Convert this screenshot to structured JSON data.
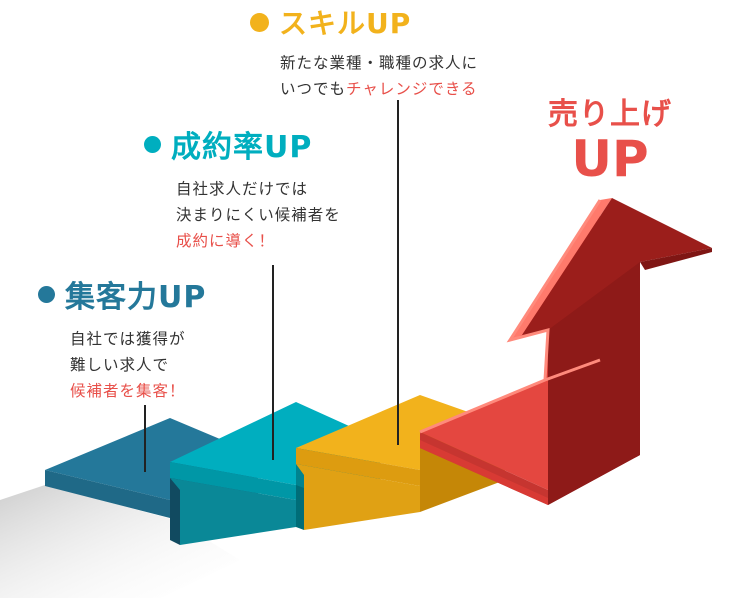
{
  "steps": [
    {
      "title": "集客力UP",
      "color": "#24789a",
      "lines": [
        "自社では獲得が",
        "難しい求人で"
      ],
      "highlight_prefix": "",
      "highlight": "候補者を集客！",
      "highlight_suffix": ""
    },
    {
      "title": "成約率UP",
      "color": "#00aebf",
      "lines": [
        "自社求人だけでは",
        "決まりにくい候補者を"
      ],
      "highlight_prefix": "",
      "highlight": "成約に導く！",
      "highlight_suffix": ""
    },
    {
      "title": "スキルUP",
      "color": "#f2b21c",
      "lines": [
        "新たな業種・職種の求人に"
      ],
      "highlight_prefix": "いつでも",
      "highlight": "チャレンジできる",
      "highlight_suffix": ""
    }
  ],
  "result": {
    "line1": "売り上げ",
    "line2": "UP",
    "color": "#e8504a"
  },
  "colors": {
    "text": "#333333",
    "highlight": "#e8504a",
    "arrow_red": "#d83a34",
    "arrow_dark": "#9b1e1b"
  }
}
